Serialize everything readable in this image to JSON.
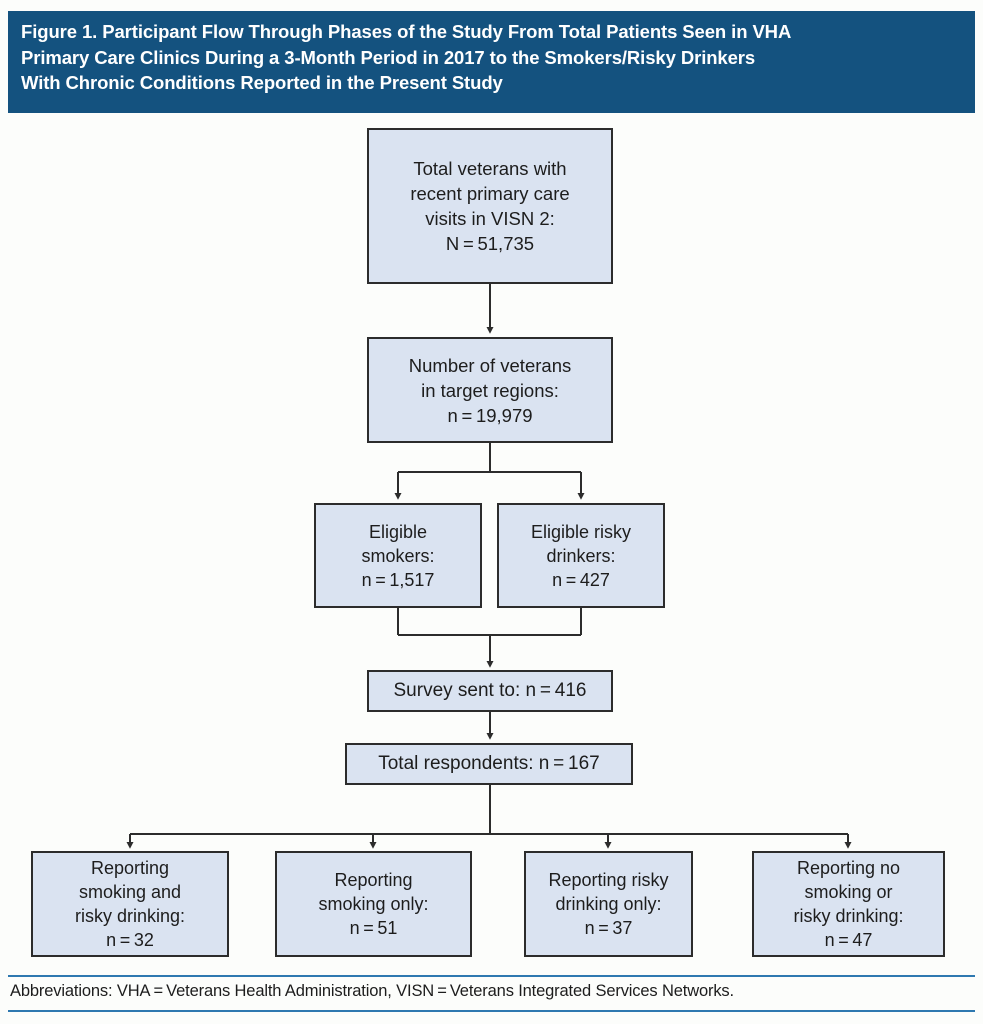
{
  "figure": {
    "title": "Figure 1. Participant Flow Through Phases of the Study From Total Patients Seen in VHA\nPrimary Care Clinics During a 3-Month Period in 2017 to the Smokers/Risky Drinkers\nWith Chronic Conditions Reported in the Present Study",
    "footnote": "Abbreviations: VHA = Veterans Health Administration, VISN = Veterans Integrated Services Networks.",
    "colors": {
      "banner_background": "#14527f",
      "banner_text": "#ffffff",
      "node_fill": "#dae3f1",
      "node_border": "#2c2c2c",
      "connector": "#2c2c2c",
      "footer_rule": "#2e78b0",
      "page_background": "#fcfdfb"
    }
  },
  "chart_data": {
    "type": "diagram",
    "title": "Figure 1. Participant Flow Through Phases of the Study From Total Patients Seen in VHA Primary Care Clinics During a 3-Month Period in 2017 to the Smokers/Risky Drinkers With Chronic Conditions Reported in the Present Study",
    "nodes": [
      {
        "id": "total-veterans",
        "label": "Total veterans with\nrecent primary care\nvisits in VISN 2:\nN = 51,735",
        "count": 51735,
        "count_symbol": "N"
      },
      {
        "id": "target-regions",
        "label": "Number of veterans\nin target regions:\nn = 19,979",
        "count": 19979,
        "count_symbol": "n"
      },
      {
        "id": "eligible-smokers",
        "label": "Eligible\nsmokers:\nn = 1,517",
        "count": 1517,
        "count_symbol": "n"
      },
      {
        "id": "eligible-risky-drinkers",
        "label": "Eligible risky\ndrinkers:\nn = 427",
        "count": 427,
        "count_symbol": "n"
      },
      {
        "id": "survey-sent",
        "label": "Survey sent to: n = 416",
        "count": 416,
        "count_symbol": "n"
      },
      {
        "id": "total-respondents",
        "label": "Total respondents: n = 167",
        "count": 167,
        "count_symbol": "n"
      },
      {
        "id": "smoking-and-drinking",
        "label": "Reporting\nsmoking and\nrisky drinking:\nn = 32",
        "count": 32,
        "count_symbol": "n"
      },
      {
        "id": "smoking-only",
        "label": "Reporting\nsmoking only:\nn = 51",
        "count": 51,
        "count_symbol": "n"
      },
      {
        "id": "drinking-only",
        "label": "Reporting risky\ndrinking only:\nn = 37",
        "count": 37,
        "count_symbol": "n"
      },
      {
        "id": "neither",
        "label": "Reporting no\nsmoking or\nrisky drinking:\nn = 47",
        "count": 47,
        "count_symbol": "n"
      }
    ],
    "edges": [
      {
        "from": "total-veterans",
        "to": "target-regions"
      },
      {
        "from": "target-regions",
        "to": "eligible-smokers"
      },
      {
        "from": "target-regions",
        "to": "eligible-risky-drinkers"
      },
      {
        "from": "eligible-smokers",
        "to": "survey-sent"
      },
      {
        "from": "eligible-risky-drinkers",
        "to": "survey-sent"
      },
      {
        "from": "survey-sent",
        "to": "total-respondents"
      },
      {
        "from": "total-respondents",
        "to": "smoking-and-drinking"
      },
      {
        "from": "total-respondents",
        "to": "smoking-only"
      },
      {
        "from": "total-respondents",
        "to": "drinking-only"
      },
      {
        "from": "total-respondents",
        "to": "neither"
      }
    ]
  }
}
